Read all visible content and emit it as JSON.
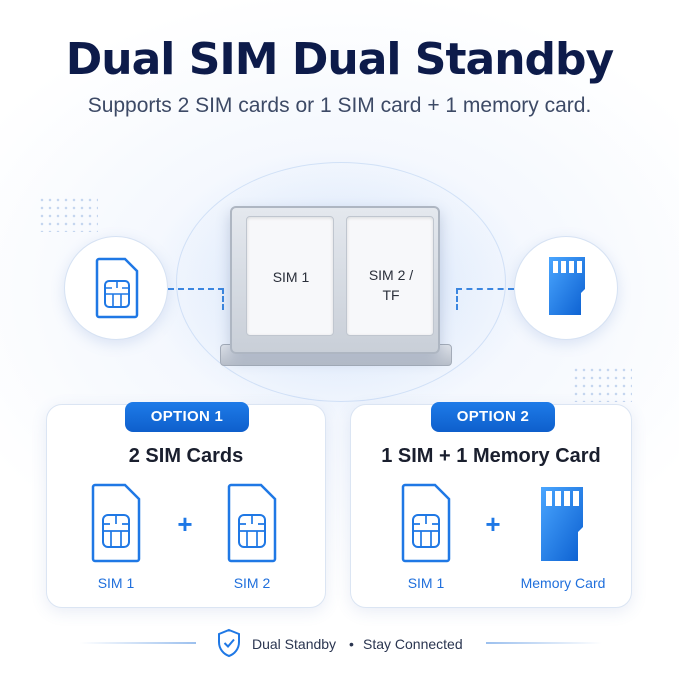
{
  "header": {
    "title": "Dual SIM Dual Standby",
    "subtitle": "Supports 2 SIM cards or 1 SIM card + 1 memory card."
  },
  "tray": {
    "slot1_label": "SIM 1",
    "slot2_line1": "SIM 2 /",
    "slot2_line2": "TF"
  },
  "icons": {
    "left": "sim-card-icon",
    "right": "memory-card-icon"
  },
  "options": [
    {
      "badge": "OPTION 1",
      "heading": "2 SIM Cards",
      "left_label": "SIM 1",
      "plus": "+",
      "right_label": "SIM 2"
    },
    {
      "badge": "OPTION 2",
      "heading": "1 SIM + 1 Memory Card",
      "left_label": "SIM 1",
      "plus": "+",
      "right_label": "Memory Card"
    }
  ],
  "footer": {
    "text1": "Dual Standby",
    "separator": "•",
    "text2": "Stay Connected"
  },
  "colors": {
    "primary": "#1e78e6",
    "title": "#0d1b4a",
    "background": "#f6f9fe"
  }
}
